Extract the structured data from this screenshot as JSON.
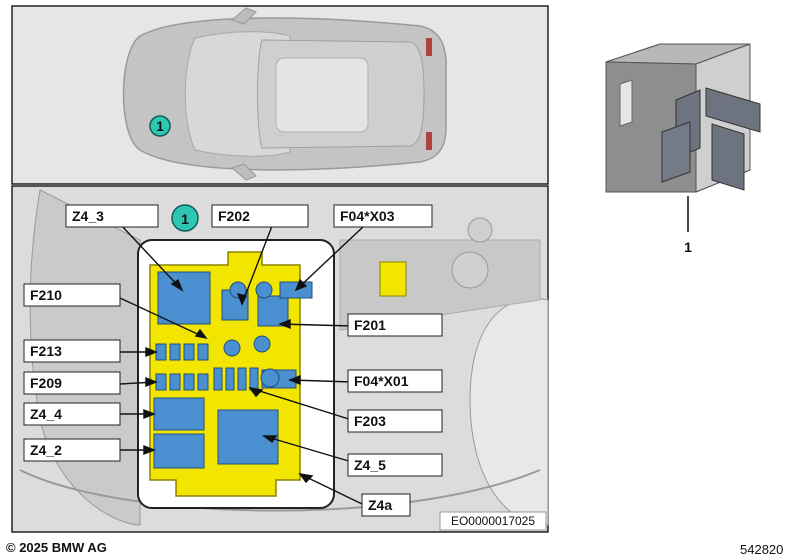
{
  "callouts": {
    "Z4_3": "Z4_3",
    "F202": "F202",
    "F04_X03": "F04*X03",
    "F210": "F210",
    "F201": "F201",
    "F213": "F213",
    "F209": "F209",
    "F04_X01": "F04*X01",
    "Z4_4": "Z4_4",
    "F203": "F203",
    "Z4_2": "Z4_2",
    "Z4_5": "Z4_5",
    "Z4a": "Z4a"
  },
  "markers": {
    "car_position": "1",
    "engine_bay_position": "1",
    "relay_part": "1"
  },
  "image_code": "EO0000017025",
  "copyright": "© 2025 BMW AG",
  "diagram_number": "542820",
  "colors": {
    "fuse_box": "#f2e600",
    "fuse_box_outline": "#8a8400",
    "component_blue": "#4a8fd0",
    "marker_teal": "#2ec7b4",
    "panel_bg": "#e6e6e6"
  }
}
